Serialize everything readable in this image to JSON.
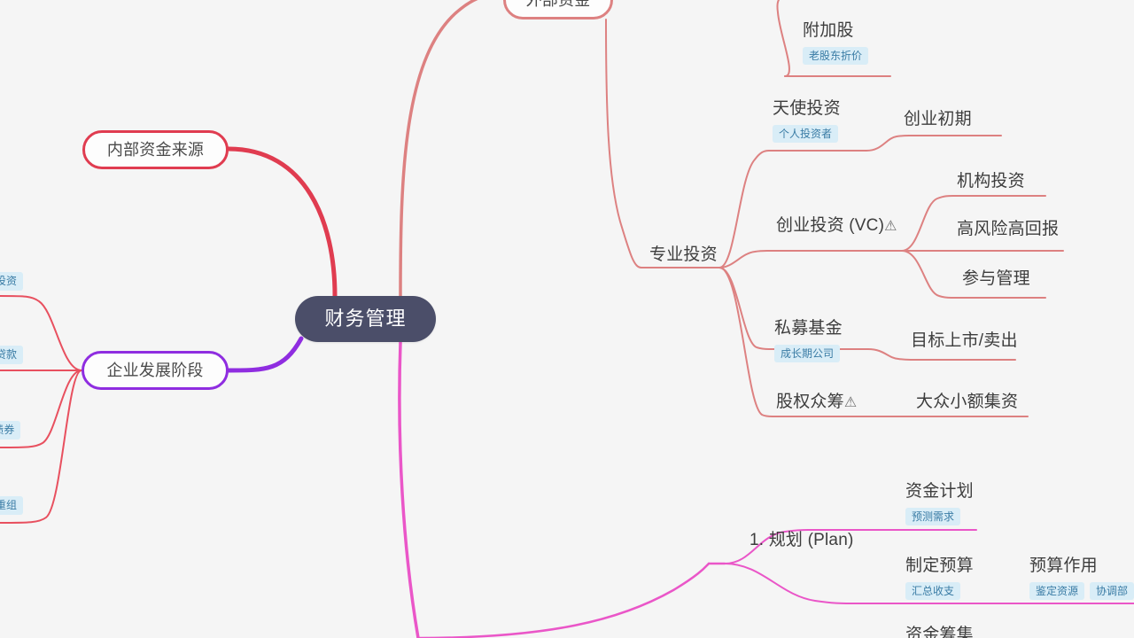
{
  "root": {
    "label": "财务管理"
  },
  "branches": {
    "internal": {
      "label": "内部资金来源"
    },
    "external": {
      "label": "外部资金"
    },
    "stage": {
      "label": "企业发展阶段"
    }
  },
  "left_clipped_tags": [
    {
      "label": "使投资",
      "full": "天使投资"
    },
    {
      "label": "行贷款",
      "full": "银行贷款"
    },
    {
      "label": "票/债券",
      "full": "股票/债券"
    },
    {
      "label": "务重组",
      "full": "债务重组"
    }
  ],
  "external_children": [
    {
      "label": "附加股",
      "tags": [
        "老股东折价"
      ]
    },
    {
      "label": "专业投资",
      "tags": [],
      "children": [
        {
          "label": "天使投资",
          "tags": [
            "个人投资者"
          ],
          "children": [
            {
              "label": "创业初期",
              "tags": []
            }
          ]
        },
        {
          "label": "创业投资 (VC)",
          "warn": "⚠",
          "tags": [],
          "children": [
            {
              "label": "机构投资",
              "tags": []
            },
            {
              "label": "高风险高回报",
              "tags": []
            },
            {
              "label": "参与管理",
              "tags": []
            }
          ]
        },
        {
          "label": "私募基金",
          "tags": [
            "成长期公司"
          ],
          "children": [
            {
              "label": "目标上市/卖出",
              "tags": []
            }
          ]
        },
        {
          "label": "股权众筹",
          "warn": "⚠",
          "tags": [],
          "children": [
            {
              "label": "大众小额集资",
              "tags": []
            }
          ]
        }
      ]
    }
  ],
  "plan_branch": {
    "label": "1. 规划 (Plan)",
    "children": [
      {
        "label": "资金计划",
        "tags": [
          "预测需求"
        ]
      },
      {
        "label": "制定预算",
        "tags": [
          "汇总收支"
        ],
        "children": [
          {
            "label": "预算作用",
            "tags": [
              "鉴定资源",
              "协调部"
            ]
          }
        ]
      },
      {
        "label": "资金筹集",
        "tags": []
      }
    ]
  },
  "colors": {
    "background": "#f5f5f5",
    "root_fill": "#4b4e69",
    "root_text": "#ffffff",
    "red_branch": "#e03c50",
    "salmon_branch": "#dd8181",
    "purple_branch": "#8f2de0",
    "magenta_branch": "#ea56c8",
    "tag_bg": "#d9edf7",
    "tag_text": "#3a7ca5",
    "node_text": "#3d3d3d"
  }
}
